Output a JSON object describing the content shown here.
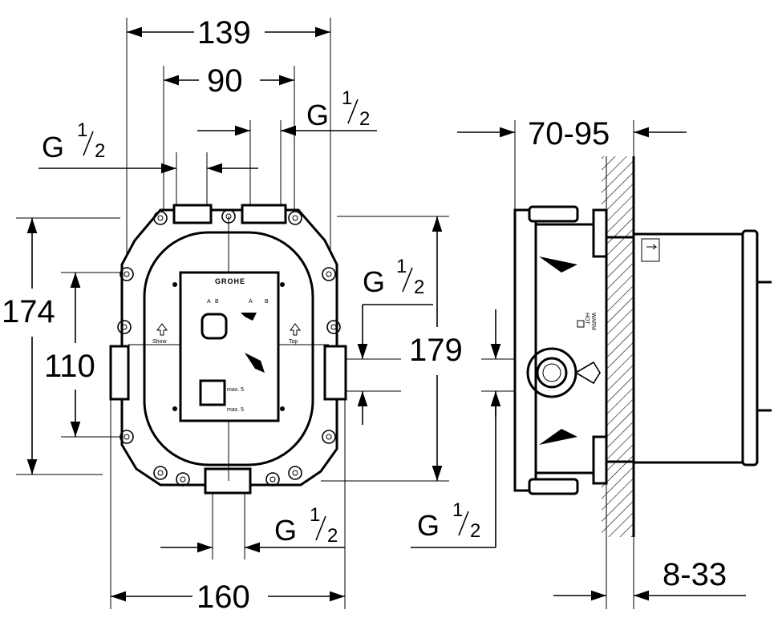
{
  "front_view": {
    "dim_139": "139",
    "dim_90": "90",
    "dim_174": "174",
    "dim_110": "110",
    "dim_179": "179",
    "dim_160": "160",
    "thread_top_left": {
      "base": "G",
      "num": "1",
      "den": "2"
    },
    "thread_top_right": {
      "base": "G",
      "num": "1",
      "den": "2"
    },
    "thread_right": {
      "base": "G",
      "num": "1",
      "den": "2"
    },
    "thread_bottom": {
      "base": "G",
      "num": "1",
      "den": "2"
    },
    "plate": {
      "brand": "GROHE",
      "label_a": "A",
      "label_b": "B",
      "label_a2": "A",
      "label_b2": "B",
      "label_shower": "Show",
      "label_top": "Top",
      "label_max": "max. 5",
      "label_max2": "max. 5"
    }
  },
  "side_view": {
    "dim_70_95": "70-95",
    "dim_8_33": "8-33",
    "thread_side": {
      "base": "G",
      "num": "1",
      "den": "2"
    },
    "label_warm": "WARM",
    "label_hot": "HOT"
  }
}
